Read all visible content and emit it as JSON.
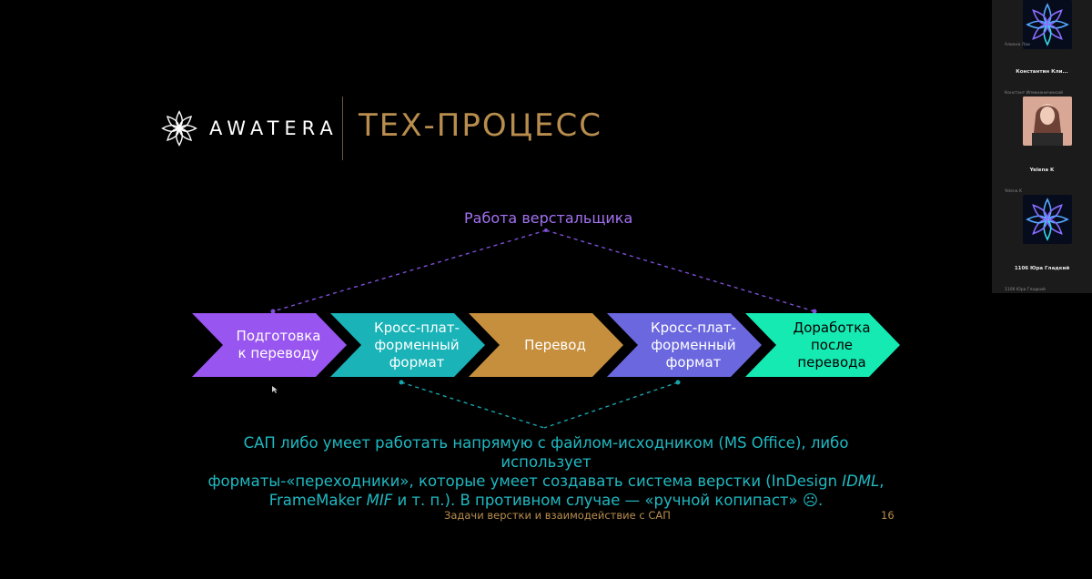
{
  "slide": {
    "logo_text": "AWATERA",
    "title": "ТЕХ-ПРОЦЕСС",
    "top_label": "Работа верстальщика",
    "steps": [
      {
        "label_lines": [
          "Подготовка",
          "к переводу"
        ],
        "color": "#9955f0"
      },
      {
        "label_lines": [
          "Кросс-плат-",
          "форменный",
          "формат"
        ],
        "color": "#19b3b8"
      },
      {
        "label_lines": [
          "Перевод"
        ],
        "color": "#c68f3d"
      },
      {
        "label_lines": [
          "Кросс-плат-",
          "форменный",
          "формат"
        ],
        "color": "#6b68df"
      },
      {
        "label_lines": [
          "Доработка",
          "после",
          "перевода"
        ],
        "color": "#16eab3"
      }
    ],
    "note": {
      "line1": "САП либо умеет работать напрямую с файлом-исходником (MS Office), либо использует",
      "line2_a": "форматы-«переходники», которые умеет создавать система верстки (InDesign ",
      "line2_b": "IDML",
      "line2_c": ",",
      "line3_a": "FrameMaker ",
      "line3_b": "MIF",
      "line3_c": " и т. п.). В противном случае — «ручной копипаст» ☹."
    },
    "footer": "Задачи верстки и взаимодействие с САП",
    "page_number": "16",
    "colors": {
      "title": "#b88d4e",
      "top_label": "#a472f2",
      "note": "#1fb9c2"
    }
  },
  "participants": [
    {
      "caption": "Алиана Лаи",
      "name": "Константин Кли..."
    },
    {
      "caption": "Констант Ипевнаничинсий",
      "name": "Yelena K"
    },
    {
      "caption": "Yelena K",
      "name": "1106 Юра Гладкий"
    },
    {
      "caption": "1106 Юра Гладкий"
    }
  ]
}
